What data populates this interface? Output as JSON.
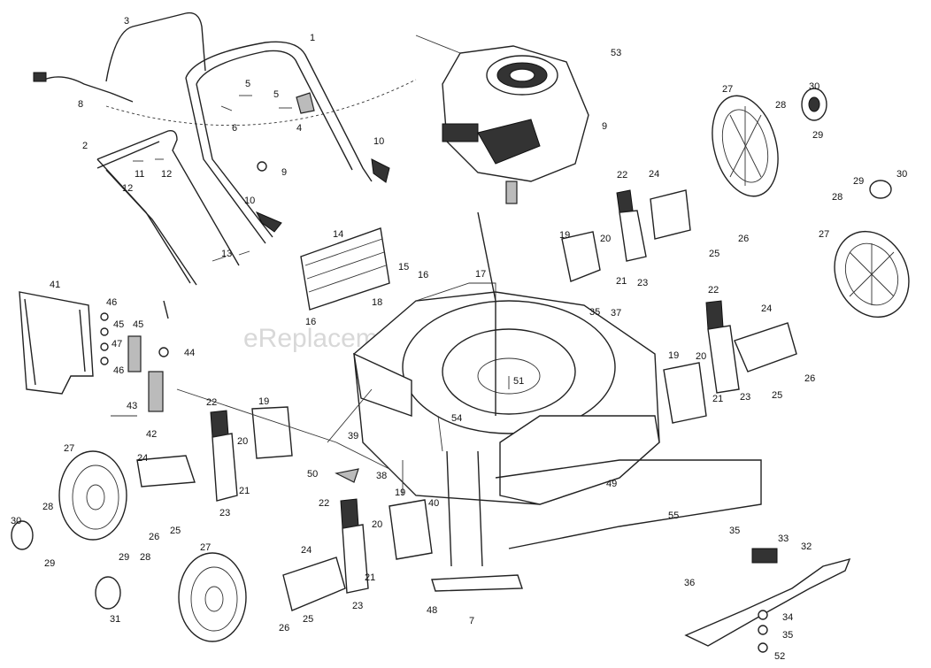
{
  "watermark": "eReplacementParts.com",
  "callouts": [
    {
      "id": "c1",
      "label": "1"
    },
    {
      "id": "c2",
      "label": "2"
    },
    {
      "id": "c3",
      "label": "3"
    },
    {
      "id": "c4",
      "label": "4"
    },
    {
      "id": "c5a",
      "label": "5"
    },
    {
      "id": "c5b",
      "label": "5"
    },
    {
      "id": "c6",
      "label": "6"
    },
    {
      "id": "c7",
      "label": "7"
    },
    {
      "id": "c8",
      "label": "8"
    },
    {
      "id": "c9",
      "label": "9"
    },
    {
      "id": "c10a",
      "label": "10"
    },
    {
      "id": "c10b",
      "label": "10"
    },
    {
      "id": "c11",
      "label": "11"
    },
    {
      "id": "c12a",
      "label": "12"
    },
    {
      "id": "c12b",
      "label": "12"
    },
    {
      "id": "c13",
      "label": "13"
    },
    {
      "id": "c14",
      "label": "14"
    },
    {
      "id": "c15",
      "label": "15"
    },
    {
      "id": "c16a",
      "label": "16"
    },
    {
      "id": "c16b",
      "label": "16"
    },
    {
      "id": "c17",
      "label": "17"
    },
    {
      "id": "c18",
      "label": "18"
    },
    {
      "id": "c19a",
      "label": "19"
    },
    {
      "id": "c19b",
      "label": "19"
    },
    {
      "id": "c19c",
      "label": "19"
    },
    {
      "id": "c19d",
      "label": "19"
    },
    {
      "id": "c20a",
      "label": "20"
    },
    {
      "id": "c20b",
      "label": "20"
    },
    {
      "id": "c20c",
      "label": "20"
    },
    {
      "id": "c20d",
      "label": "20"
    },
    {
      "id": "c21a",
      "label": "21"
    },
    {
      "id": "c21b",
      "label": "21"
    },
    {
      "id": "c21c",
      "label": "21"
    },
    {
      "id": "c21d",
      "label": "21"
    },
    {
      "id": "c22a",
      "label": "22"
    },
    {
      "id": "c22b",
      "label": "22"
    },
    {
      "id": "c22c",
      "label": "22"
    },
    {
      "id": "c22d",
      "label": "22"
    },
    {
      "id": "c23a",
      "label": "23"
    },
    {
      "id": "c23b",
      "label": "23"
    },
    {
      "id": "c23c",
      "label": "23"
    },
    {
      "id": "c23d",
      "label": "23"
    },
    {
      "id": "c24a",
      "label": "24"
    },
    {
      "id": "c24b",
      "label": "24"
    },
    {
      "id": "c24c",
      "label": "24"
    },
    {
      "id": "c24d",
      "label": "24"
    },
    {
      "id": "c25a",
      "label": "25"
    },
    {
      "id": "c25b",
      "label": "25"
    },
    {
      "id": "c25c",
      "label": "25"
    },
    {
      "id": "c25d",
      "label": "25"
    },
    {
      "id": "c26a",
      "label": "26"
    },
    {
      "id": "c26b",
      "label": "26"
    },
    {
      "id": "c26c",
      "label": "26"
    },
    {
      "id": "c26d",
      "label": "26"
    },
    {
      "id": "c27a",
      "label": "27"
    },
    {
      "id": "c27b",
      "label": "27"
    },
    {
      "id": "c27c",
      "label": "27"
    },
    {
      "id": "c27d",
      "label": "27"
    },
    {
      "id": "c28a",
      "label": "28"
    },
    {
      "id": "c28b",
      "label": "28"
    },
    {
      "id": "c28c",
      "label": "28"
    },
    {
      "id": "c28d",
      "label": "28"
    },
    {
      "id": "c29a",
      "label": "29"
    },
    {
      "id": "c29b",
      "label": "29"
    },
    {
      "id": "c29c",
      "label": "29"
    },
    {
      "id": "c29d",
      "label": "29"
    },
    {
      "id": "c30a",
      "label": "30"
    },
    {
      "id": "c30b",
      "label": "30"
    },
    {
      "id": "c30c",
      "label": "30"
    },
    {
      "id": "c31",
      "label": "31"
    },
    {
      "id": "c32",
      "label": "32"
    },
    {
      "id": "c33",
      "label": "33"
    },
    {
      "id": "c34",
      "label": "34"
    },
    {
      "id": "c35a",
      "label": "35"
    },
    {
      "id": "c35b",
      "label": "35"
    },
    {
      "id": "c35c",
      "label": "35"
    },
    {
      "id": "c36",
      "label": "36"
    },
    {
      "id": "c37",
      "label": "37"
    },
    {
      "id": "c38",
      "label": "38"
    },
    {
      "id": "c39",
      "label": "39"
    },
    {
      "id": "c40",
      "label": "40"
    },
    {
      "id": "c41",
      "label": "41"
    },
    {
      "id": "c42",
      "label": "42"
    },
    {
      "id": "c43",
      "label": "43"
    },
    {
      "id": "c44",
      "label": "44"
    },
    {
      "id": "c45a",
      "label": "45"
    },
    {
      "id": "c45b",
      "label": "45"
    },
    {
      "id": "c46a",
      "label": "46"
    },
    {
      "id": "c46b",
      "label": "46"
    },
    {
      "id": "c47",
      "label": "47"
    },
    {
      "id": "c48",
      "label": "48"
    },
    {
      "id": "c49",
      "label": "49"
    },
    {
      "id": "c50",
      "label": "50"
    },
    {
      "id": "c51",
      "label": "51"
    },
    {
      "id": "c52",
      "label": "52"
    },
    {
      "id": "c53",
      "label": "53"
    },
    {
      "id": "c54",
      "label": "54"
    },
    {
      "id": "c55",
      "label": "55"
    },
    {
      "id": "c9b",
      "label": "9"
    }
  ]
}
